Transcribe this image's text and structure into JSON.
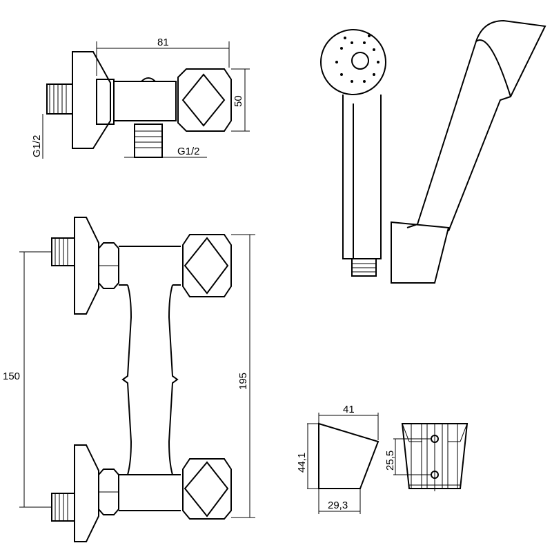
{
  "dimensions": {
    "top_width": "81",
    "top_height": "50",
    "inlet_thread": "G1/2",
    "outlet_thread": "G1/2",
    "centre_distance": "150",
    "total_height": "195",
    "holder_width": "41",
    "holder_height": "44,1",
    "holder_base": "29,3",
    "hole_spacing": "25,5"
  }
}
